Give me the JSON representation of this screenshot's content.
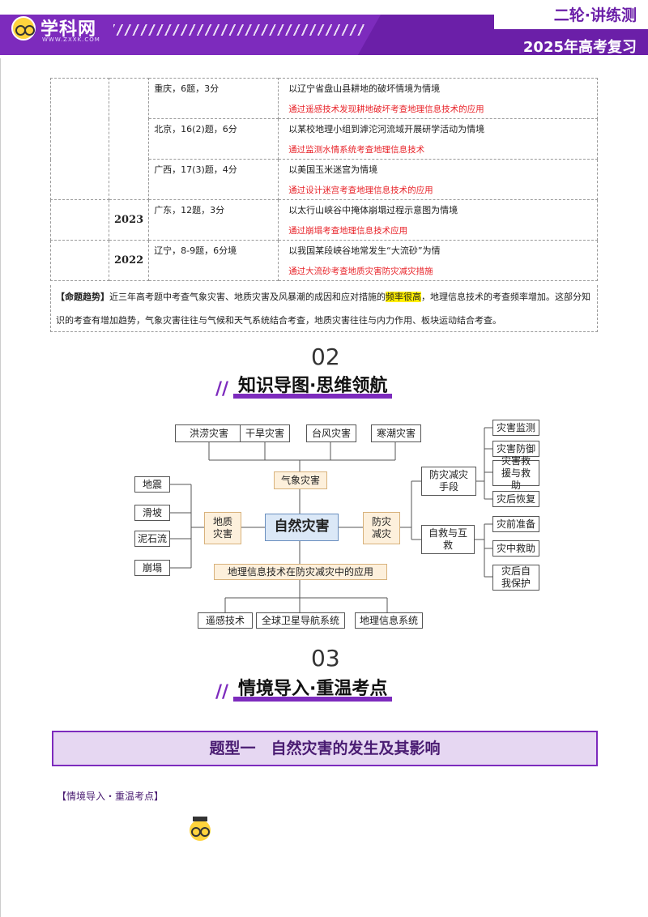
{
  "header": {
    "logo_text": "学科网",
    "logo_sub": "WWW.ZXXK.COM",
    "title_top": "二轮·讲练测",
    "title_bottom": "2025年高考复习"
  },
  "table": {
    "rows": [
      {
        "year": "",
        "source": "重庆，6题，3分",
        "context": "以辽宁省盘山县耕地的破坏情境为情境",
        "focus": "通过遥感技术发现耕地破坏考查地理信息技术的应用"
      },
      {
        "year": "",
        "source": "北京，16(2)题，6分",
        "context": "以某校地理小组到滹沱河流域开展研学活动为情境",
        "focus": "通过监测水情系统考查地理信息技术"
      },
      {
        "year": "",
        "source": "广西，17(3)题，4分",
        "context": "以美国玉米迷宫为情境",
        "focus": "通过设计迷宫考查地理信息技术的应用"
      },
      {
        "year": "2023",
        "source": "广东，12题，3分",
        "context": "以太行山峡谷中掩体崩塌过程示意图为情境",
        "focus": "通过崩塌考查地理信息技术应用"
      },
      {
        "year": "2022",
        "source": "辽宁，8-9题，6分境",
        "context": "以我国某段峡谷地常发生“大流砂”为情",
        "focus": "通过大流砂考查地质灾害防灾减灾措施"
      }
    ],
    "trend_label": "【命题趋势】",
    "trend_part1": "近三年高考题中考查气象灾害、地质灾害及风暴潮的成因和应对措施的",
    "trend_highlight": "频率很高",
    "trend_part2": "，地理信息技术的考查频率增加。这部分知识的考查有增加趋势，气象灾害往往与气候和天气系统结合考查，地质灾害往往与内力作用、板块运动结合考查。"
  },
  "section2": {
    "num": "02",
    "title": "知识导图·思维领航"
  },
  "mindmap": {
    "center": "自然灾害",
    "weather_label": "气象灾害",
    "weather_items": [
      "洪涝灾害",
      "干旱灾害",
      "台风灾害",
      "寒潮灾害"
    ],
    "geo_label": "地质灾害",
    "geo_items": [
      "地震",
      "滑坡",
      "泥石流",
      "崩塌"
    ],
    "prevention_label": "防灾减灾",
    "means_label": "防灾减灾手段",
    "means_items": [
      "灾害监测",
      "灾害防御",
      "灾害救援与救助",
      "灾后恢复"
    ],
    "self_label": "自救与互救",
    "self_items": [
      "灾前准备",
      "灾中救助",
      "灾后自我保护"
    ],
    "tech_label": "地理信息技术在防灾减灾中的应用",
    "tech_items": [
      "遥感技术",
      "全球卫星导航系统",
      "地理信息系统"
    ]
  },
  "section3": {
    "num": "03",
    "title": "情境导入·重温考点"
  },
  "question_type": "题型一　自然灾害的发生及其影响",
  "context_label": "【情境导入・重温考点】"
}
